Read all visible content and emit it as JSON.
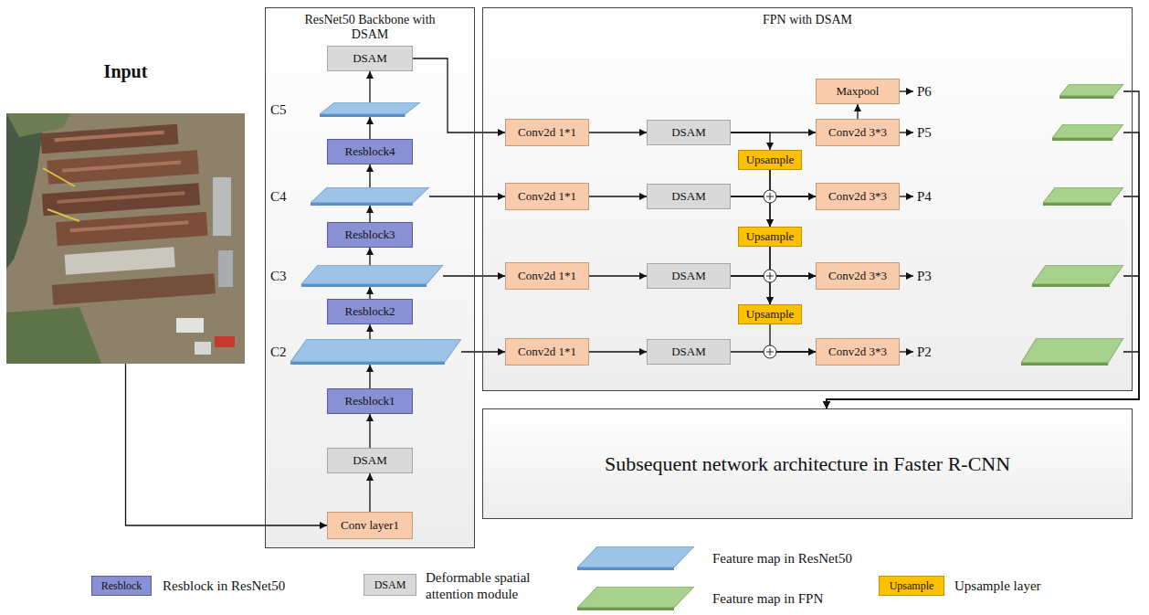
{
  "diagram": {
    "nodes": [
      {
        "text": [
          "Input"
        ]
      },
      {
        "text": [
          "ResNet50 Backbone with DSAM"
        ]
      },
      {
        "text": [
          "DSAM"
        ],
        "in": 1
      },
      {
        "text": [
          "C5"
        ],
        "in": 1
      },
      {
        "text": [
          "Resblock4"
        ],
        "in": 1
      },
      {
        "text": [
          "C4"
        ],
        "in": 1
      },
      {
        "text": [
          "Resblock3"
        ],
        "in": 1
      },
      {
        "text": [
          "C3"
        ],
        "in": 1
      },
      {
        "text": [
          "Resblock2"
        ],
        "in": 1
      },
      {
        "text": [
          "C2"
        ],
        "in": 1
      },
      {
        "text": [
          "Resblock1"
        ],
        "in": 1
      },
      {
        "text": [
          "DSAM"
        ],
        "in": 1
      },
      {
        "text": [
          "Conv layer1"
        ],
        "in": 1
      },
      {
        "text": [
          "FPN with DSAM"
        ]
      },
      {
        "text": [
          "Maxpool"
        ],
        "in": 13
      },
      {
        "text": [
          "P6"
        ],
        "in": 13
      },
      {
        "text": [
          "Conv2d 1*1"
        ],
        "in": 13
      },
      {
        "text": [
          "DSAM"
        ],
        "in": 13
      },
      {
        "text": [
          "Conv2d 3*3"
        ],
        "in": 13
      },
      {
        "text": [
          "P5"
        ],
        "in": 13
      },
      {
        "text": [
          "Upsample"
        ],
        "in": 13
      },
      {
        "text": [
          "Conv2d 1*1"
        ],
        "in": 13
      },
      {
        "text": [
          "DSAM"
        ],
        "in": 13
      },
      {
        "text": [
          "Conv2d 3*3"
        ],
        "in": 13
      },
      {
        "text": [
          "P4"
        ],
        "in": 13
      },
      {
        "text": [
          "Upsample"
        ],
        "in": 13
      },
      {
        "text": [
          "Conv2d 1*1"
        ],
        "in": 13
      },
      {
        "text": [
          "DSAM"
        ],
        "in": 13
      },
      {
        "text": [
          "Conv2d 3*3"
        ],
        "in": 13
      },
      {
        "text": [
          "P3"
        ],
        "in": 13
      },
      {
        "text": [
          "Upsample"
        ],
        "in": 13
      },
      {
        "text": [
          "Conv2d 1*1"
        ],
        "in": 13
      },
      {
        "text": [
          "DSAM"
        ],
        "in": 13
      },
      {
        "text": [
          "Conv2d 3*3"
        ],
        "in": 13
      },
      {
        "text": [
          "P2"
        ],
        "in": 13
      },
      {
        "text": [
          "Subsequent network architecture in Faster R-CNN"
        ]
      }
    ],
    "edges": [
      {
        "from": 0,
        "to": 12,
        "arrow": "to"
      },
      {
        "from": 12,
        "to": 11,
        "arrow": "to"
      },
      {
        "from": 11,
        "to": 10,
        "arrow": "to"
      },
      {
        "from": 10,
        "to": 9,
        "arrow": "to"
      },
      {
        "from": 9,
        "to": 8,
        "arrow": "to"
      },
      {
        "from": 8,
        "to": 7,
        "arrow": "to"
      },
      {
        "from": 7,
        "to": 6,
        "arrow": "to"
      },
      {
        "from": 6,
        "to": 5,
        "arrow": "to"
      },
      {
        "from": 5,
        "to": 4,
        "arrow": "to"
      },
      {
        "from": 4,
        "to": 3,
        "arrow": "to"
      },
      {
        "from": 3,
        "to": 2,
        "arrow": "to"
      },
      {
        "from": 2,
        "to": 16,
        "arrow": "to"
      },
      {
        "from": 5,
        "to": 21,
        "arrow": "to"
      },
      {
        "from": 7,
        "to": 26,
        "arrow": "to"
      },
      {
        "from": 9,
        "to": 31,
        "arrow": "to"
      },
      {
        "from": 16,
        "to": 17,
        "arrow": "to"
      },
      {
        "from": 17,
        "to": 18,
        "arrow": "to"
      },
      {
        "from": 17,
        "to": 20,
        "arrow": "to"
      },
      {
        "from": 18,
        "to": 14,
        "arrow": "to"
      },
      {
        "from": 14,
        "to": 15,
        "arrow": "to"
      },
      {
        "from": 18,
        "to": 19,
        "arrow": "to"
      },
      {
        "from": 21,
        "to": 22,
        "arrow": "to"
      },
      {
        "from": 22,
        "to": 23,
        "arrow": "to"
      },
      {
        "from": 20,
        "to": 23,
        "arrow": "to"
      },
      {
        "from": 22,
        "to": 25,
        "arrow": "to"
      },
      {
        "from": 20,
        "to": 25,
        "arrow": "to"
      },
      {
        "from": 23,
        "to": 24,
        "arrow": "to"
      },
      {
        "from": 26,
        "to": 27,
        "arrow": "to"
      },
      {
        "from": 27,
        "to": 28,
        "arrow": "to"
      },
      {
        "from": 25,
        "to": 28,
        "arrow": "to"
      },
      {
        "from": 27,
        "to": 30,
        "arrow": "to"
      },
      {
        "from": 25,
        "to": 30,
        "arrow": "to"
      },
      {
        "from": 28,
        "to": 29,
        "arrow": "to"
      },
      {
        "from": 31,
        "to": 32,
        "arrow": "to"
      },
      {
        "from": 32,
        "to": 33,
        "arrow": "to"
      },
      {
        "from": 30,
        "to": 33,
        "arrow": "to"
      },
      {
        "from": 33,
        "to": 34,
        "arrow": "to"
      },
      {
        "from": 15,
        "to": 35,
        "arrow": "to"
      },
      {
        "from": 19,
        "to": 35,
        "arrow": "to"
      },
      {
        "from": 24,
        "to": 35,
        "arrow": "to"
      },
      {
        "from": 29,
        "to": 35,
        "arrow": "to"
      },
      {
        "from": 34,
        "to": 35,
        "arrow": "to"
      }
    ],
    "labels": [
      "Resblock",
      "DSAM",
      "Upsample"
    ],
    "legend": [
      {
        "text": "Resblock in ResNet50",
        "color": "#8a90d4"
      },
      {
        "text": "Deformable spatial attention module",
        "color": "#d9d9d9"
      },
      {
        "text": "Feature map in ResNet50",
        "color": "#9dc3e6"
      },
      {
        "text": "Feature map in FPN",
        "color": "#a9d18e"
      },
      {
        "text": "Upsample layer",
        "color": "#ffc000"
      }
    ]
  }
}
